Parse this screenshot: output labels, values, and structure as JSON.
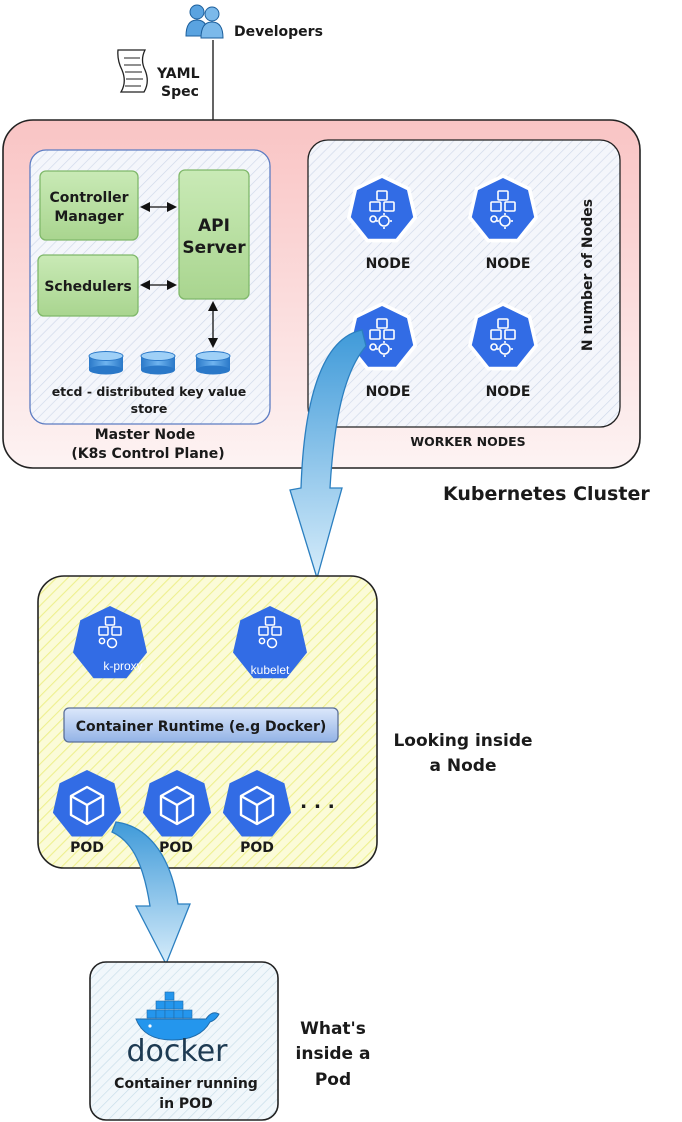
{
  "developers": {
    "label": "Developers",
    "icon": "developers-icon"
  },
  "yaml_spec": {
    "line1": "YAML",
    "line2": "Spec",
    "icon": "yaml-document-icon"
  },
  "cluster": {
    "label": "Kubernetes Cluster",
    "fill": "#fbd3d3"
  },
  "master": {
    "controller_manager": {
      "line1": "Controller",
      "line2": "Manager"
    },
    "schedulers": "Schedulers",
    "api_server": {
      "line1": "API",
      "line2": "Server"
    },
    "etcd": {
      "line1": "etcd - distributed key value",
      "line2": "store"
    },
    "title": {
      "line1": "Master Node",
      "line2": "(K8s Control Plane)"
    }
  },
  "worker": {
    "label": "WORKER NODES",
    "side_label": "N number of Nodes",
    "nodes": [
      "NODE",
      "NODE",
      "NODE",
      "NODE"
    ]
  },
  "node_inside": {
    "kproxy": "k-proxy",
    "kubelet": "kubelet",
    "runtime": "Container Runtime (e.g Docker)",
    "pods": [
      "POD",
      "POD",
      "POD"
    ],
    "ellipsis": ". . .",
    "caption": {
      "line1": "Looking inside",
      "line2": "a Node"
    }
  },
  "pod_inside": {
    "docker": "docker",
    "caption": {
      "line1": "Container running",
      "line2": "in POD"
    },
    "side": {
      "line1": "What's",
      "line2": "inside a",
      "line3": "Pod"
    }
  },
  "colors": {
    "k8s_blue": "#326ce5",
    "green_box": "#b9e0a5",
    "arrow_blue": "#4aa6de",
    "yellow_hatch": "#f6f7b6"
  }
}
